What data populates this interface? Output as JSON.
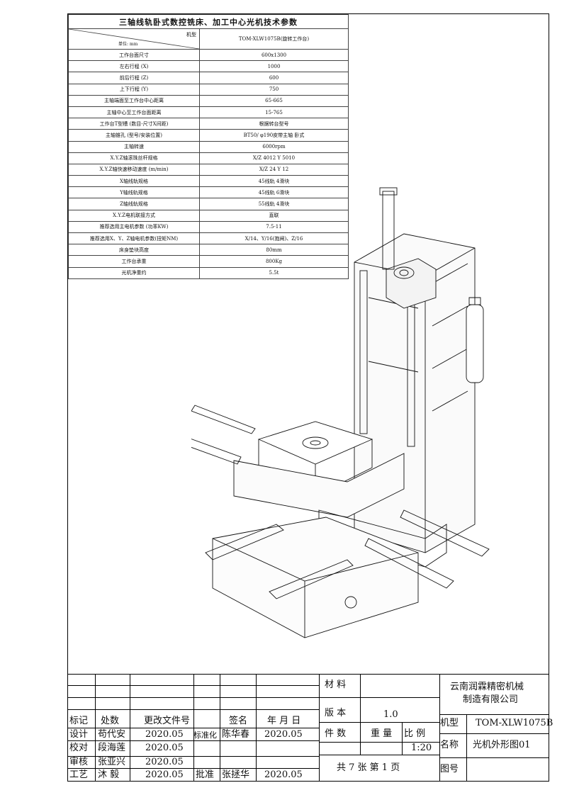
{
  "spec_table": {
    "title": "三轴线轨卧式数控铣床、加工中心光机技术参数",
    "header_model_label": "机型",
    "header_unit_label": "单位: mm",
    "model": "TOM-XLW1075B(旋转工作台)",
    "rows": [
      {
        "label": "工作台面尺寸",
        "value": "600x1300"
      },
      {
        "label": "左右行程 (X)",
        "value": "1000"
      },
      {
        "label": "前后行程 (Z)",
        "value": "600"
      },
      {
        "label": "上下行程 (Y)",
        "value": "750"
      },
      {
        "label": "主轴端面至工作台中心距离",
        "value": "65-665"
      },
      {
        "label": "主轴中心至工作台面距离",
        "value": "15-765"
      },
      {
        "label": "工作台T型槽 (数目-尺寸X间距)",
        "value": "根据转台型号"
      },
      {
        "label": "主轴锥孔 (型号/安装位置)",
        "value": "BT50/ φ190皮带主轴  卧式"
      },
      {
        "label": "主轴转速",
        "value": "6000rpm"
      },
      {
        "label": "X.Y.Z轴滚珠丝杆规格",
        "value": "X/Z 4012   Y 5010"
      },
      {
        "label": "X.Y.Z轴快速移动速度 (m/min)",
        "value": "X/Z 24   Y 12"
      },
      {
        "label": "X轴线轨规格",
        "value": "45线轨 4滑块"
      },
      {
        "label": "Y轴线轨规格",
        "value": "45线轨 6滑块"
      },
      {
        "label": "Z轴线轨规格",
        "value": "55线轨 4滑块"
      },
      {
        "label": "X.Y.Z电机联接方式",
        "value": "直联"
      },
      {
        "label": "推荐选用主电机参数 (功率KW)",
        "value": "7.5-11"
      },
      {
        "label": "推荐选用X、Y、Z轴电机参数(扭矩NM)",
        "value": "X/14、Y/16(抱闸)、Z/16"
      },
      {
        "label": "床身垫块高度",
        "value": "80mm"
      },
      {
        "label": "工作台承重",
        "value": "800Kg"
      },
      {
        "label": "光机净重约",
        "value": "5.5t"
      }
    ]
  },
  "title_block": {
    "headers": {
      "mark": "标记",
      "count": "处数",
      "doc": "更改文件号",
      "sign": "签名",
      "date": "年 月 日"
    },
    "design_label": "设计",
    "design_name": "苟代安",
    "design_date": "2020.05",
    "std_label": "标准化",
    "std_name": "陈华春",
    "std_date": "2020.05",
    "check_label": "校对",
    "check_name": "段海莲",
    "check_date": "2020.05",
    "review_label": "审核",
    "review_name": "张亚兴",
    "review_date": "2020.05",
    "process_label": "工艺",
    "process_name": "沐  毅",
    "process_date": "2020.05",
    "approve_label": "批准",
    "approve_name": "张拯华",
    "approve_date": "2020.05",
    "material_label": "材 料",
    "version_label": "版 本",
    "version_value": "1.0",
    "qty_label": "件 数",
    "weight_label": "重 量",
    "scale_label": "比 例",
    "scale_value": "1:20",
    "sheets": "共 7 张    第 1 页",
    "company": [
      "云南润霖精密机械",
      "制造有限公司"
    ],
    "model_label": "机型",
    "model_value": "TOM-XLW1075B",
    "name_label": "名称",
    "name_value": "光机外形图01",
    "drawing_no_label": "图号"
  }
}
